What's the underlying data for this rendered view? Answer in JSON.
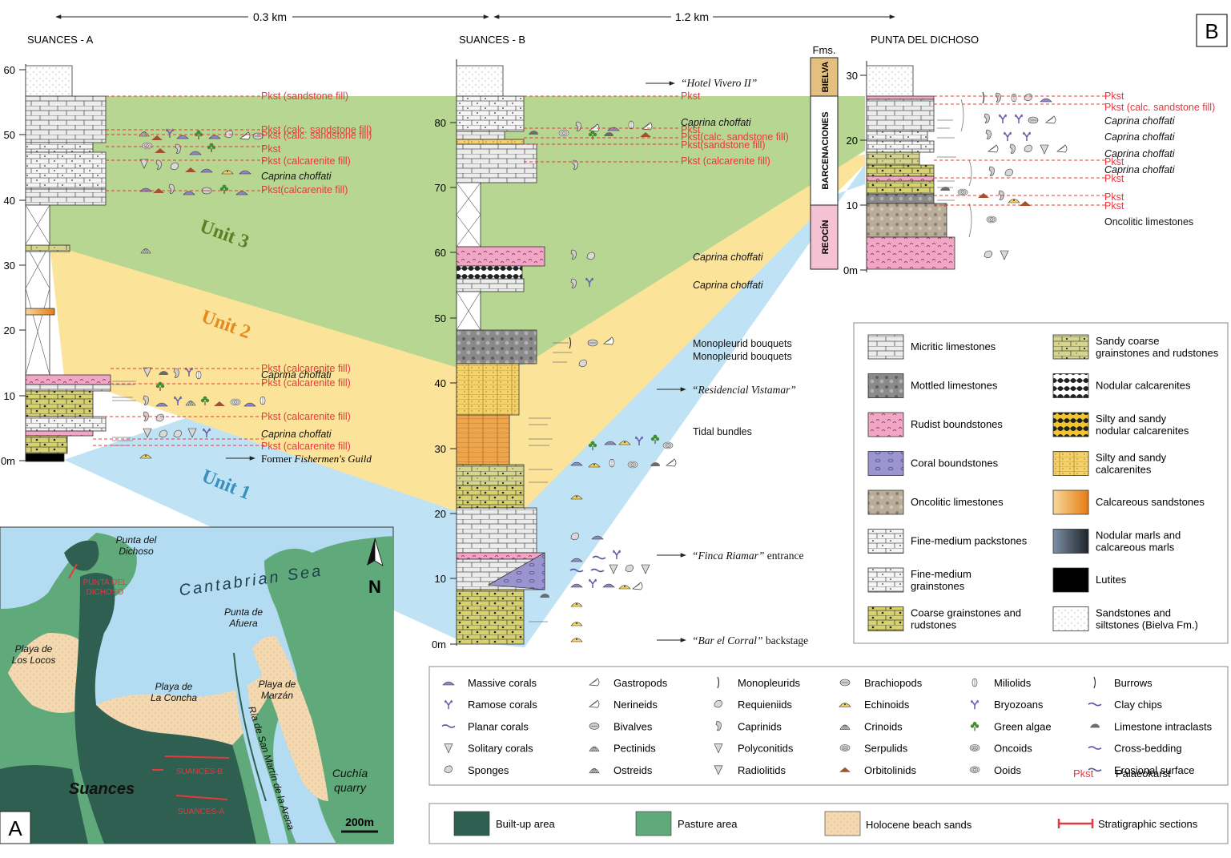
{
  "distances": [
    "0.3 km",
    "1.2 km"
  ],
  "panel_letters": {
    "b": "B",
    "a": "A"
  },
  "sections": {
    "a": {
      "title": "SUANCES - A",
      "ticks": [
        "60",
        "50",
        "40",
        "30",
        "20",
        "10",
        "0m"
      ]
    },
    "b": {
      "title": "SUANCES - B",
      "ticks": [
        "80",
        "70",
        "60",
        "50",
        "40",
        "30",
        "20",
        "10",
        "0m"
      ]
    },
    "c": {
      "title": "PUNTA DEL DICHOSO",
      "ticks": [
        "30",
        "20",
        "10",
        "0m"
      ]
    }
  },
  "formations": {
    "header": "Fms.",
    "names": [
      "BIELVA",
      "BARCENACIONES",
      "REOCÍN"
    ]
  },
  "units": [
    "Unit 3",
    "Unit 2",
    "Unit 1"
  ],
  "colors": {
    "unit3": "#b7d692",
    "unit2": "#fbe49a",
    "unit1": "#bfe3f4",
    "palaeokarst": "#e8383d",
    "sea": "#b3dcf2",
    "pasture": "#5fa97a",
    "built_up": "#2f5f50",
    "beach": "#f4d9b0",
    "rudist": "#f0a6c4",
    "coral": "#9b94cf",
    "sandy_coarse": "#d6d68a",
    "calc_sandstone": "#f1a24a",
    "silty_sandy": "#f6d36a",
    "bielva": "#e3c07f",
    "reocin": "#f5c2d3"
  },
  "labels_a": [
    "Pkst (sandstone fill)",
    "Pkst (calc. sandstone fill)",
    "Pkst (calc. sandstone fill)",
    "Pkst",
    "Pkst (calcarenite fill)",
    "Caprina choffati",
    "Pkst(calcarenite fill)",
    "Pkst (calcarenite fill)",
    "Caprina choffati",
    "Pkst (calcarenite fill)",
    "Pkst (calcarenite fill)",
    "Caprina choffati",
    "Pkst (calcarenite fill)"
  ],
  "former_guild": {
    "prefix": "Former ",
    "name": "Fishermen's Guild"
  },
  "labels_b": [
    "“Hotel Vivero II”",
    "Pkst",
    "Caprina choffati",
    "Pkst",
    "Pkst(calc. sandstone fill)",
    "Pkst(sandstone fill)",
    "Pkst (calcarenite fill)",
    "Caprina choffati",
    "Caprina choffati",
    "Monopleurid bouquets",
    "Monopleurid bouquets",
    "“Residencial Vistamar”",
    "Tidal bundles"
  ],
  "finca": {
    "name": "“Finca Riamar”",
    "suffix": " entrance"
  },
  "bar": {
    "name": "“Bar el Corral”",
    "suffix": " backstage"
  },
  "labels_c": [
    "Pkst",
    "Pkst (calc. sandstone fill)",
    "Caprina choffati",
    "Caprina choffati",
    "Caprina choffati",
    "Pkst",
    "Caprina choffati",
    "Pkst",
    "Pkst",
    "Pkst",
    "Oncolitic limestones"
  ],
  "lithology_legend": [
    {
      "label": "Micritic limestones",
      "fill": "#e8e8e8"
    },
    {
      "label": "Mottled limestones",
      "fill": "#8a8a8a"
    },
    {
      "label": "Rudist boundstones",
      "fill": "#f0a6c4"
    },
    {
      "label": "Coral boundstones",
      "fill": "#9b94cf"
    },
    {
      "label": "Oncolitic limestones",
      "fill": "#b9ad9a"
    },
    {
      "label": "Fine-medium packstones",
      "fill": "#f4f4f4"
    },
    {
      "label": "Fine-medium grainstones",
      "fill": "#f4f4f4"
    },
    {
      "label": "Coarse grainstones and rudstones",
      "fill": "#d8d26c"
    },
    {
      "label": "Sandy coarse grainstones and rudstones",
      "fill": "#d6d68a"
    },
    {
      "label": "Nodular calcarenites",
      "fill": "#222222"
    },
    {
      "label": "Silty and sandy nodular calcarenites",
      "fill": "#f2c530"
    },
    {
      "label": "Silty and sandy calcarenites",
      "fill": "#f6d36a"
    },
    {
      "label": "Calcareous sandstones",
      "fill": "#f1a24a"
    },
    {
      "label": "Nodular marls and calcareous marls",
      "fill": "#4d5a6a"
    },
    {
      "label": "Lutites",
      "fill": "#000000"
    },
    {
      "label": "Sandstones and siltstones (Bielva Fm.)",
      "fill": "#ffffff"
    }
  ],
  "fossil_legend": [
    {
      "label": "Massive corals",
      "icon": "massive-coral-icon"
    },
    {
      "label": "Ramose corals",
      "icon": "ramose-coral-icon"
    },
    {
      "label": "Planar corals",
      "icon": "planar-coral-icon"
    },
    {
      "label": "Solitary corals",
      "icon": "solitary-coral-icon"
    },
    {
      "label": "Sponges",
      "icon": "sponge-icon"
    },
    {
      "label": "Gastropods",
      "icon": "gastropod-icon"
    },
    {
      "label": "Nerineids",
      "icon": "nerineid-icon"
    },
    {
      "label": "Bivalves",
      "icon": "bivalve-icon"
    },
    {
      "label": "Pectinids",
      "icon": "pectinid-icon"
    },
    {
      "label": "Ostreids",
      "icon": "ostreid-icon"
    },
    {
      "label": "Monopleurids",
      "icon": "monopleurid-icon"
    },
    {
      "label": "Requieniids",
      "icon": "requieniid-icon"
    },
    {
      "label": "Caprinids",
      "icon": "caprinid-icon"
    },
    {
      "label": "Polyconitids",
      "icon": "polyconitid-icon"
    },
    {
      "label": "Radiolitids",
      "icon": "radiolitid-icon"
    },
    {
      "label": "Brachiopods",
      "icon": "brachiopod-icon"
    },
    {
      "label": "Echinoids",
      "icon": "echinoid-icon"
    },
    {
      "label": "Crinoids",
      "icon": "crinoid-icon"
    },
    {
      "label": "Serpulids",
      "icon": "serpulid-icon"
    },
    {
      "label": "Orbitolinids",
      "icon": "orbitolinid-icon"
    },
    {
      "label": "Miliolids",
      "icon": "miliolid-icon"
    },
    {
      "label": "Bryozoans",
      "icon": "bryozoan-icon"
    },
    {
      "label": "Green algae",
      "icon": "green-alga-icon"
    },
    {
      "label": "Oncoids",
      "icon": "oncoid-icon"
    },
    {
      "label": "Ooids",
      "icon": "ooid-icon"
    },
    {
      "label": "Burrows",
      "icon": "burrow-icon"
    },
    {
      "label": "Clay chips",
      "icon": "clay-chip-icon"
    },
    {
      "label": "Limestone intraclasts",
      "icon": "intraclast-icon"
    },
    {
      "label": "Cross-bedding",
      "icon": "cross-bedding-icon"
    },
    {
      "label": "Erosional surface",
      "icon": "erosional-surface-icon"
    },
    {
      "label": "Palaeokarst",
      "icon": "pkst-key"
    }
  ],
  "pkst_key": "Pkst",
  "map_legend": [
    {
      "label": "Built-up area",
      "color": "#2f5f50"
    },
    {
      "label": "Pasture area",
      "color": "#5fa97a"
    },
    {
      "label": "Holocene beach sands",
      "color": "#f4d9b0"
    },
    {
      "label": "Stratigraphic sections",
      "color": "#e8383d"
    }
  ],
  "map": {
    "sea": "Cantabrian Sea",
    "north": "N",
    "places": [
      "Punta del",
      "Dichoso",
      "Punta de",
      "Afuera",
      "Playa de",
      "Los Locos",
      "Playa de",
      "La Concha",
      "Playa de",
      "Marzán",
      "Ría de San Martín de la Arena",
      "Cuchía",
      "quarry"
    ],
    "town": "Suances",
    "sections": [
      "PUNTA DEL",
      "DICHOSO",
      "SUANCES-B",
      "SUANCES-A"
    ],
    "scale": "200m"
  }
}
